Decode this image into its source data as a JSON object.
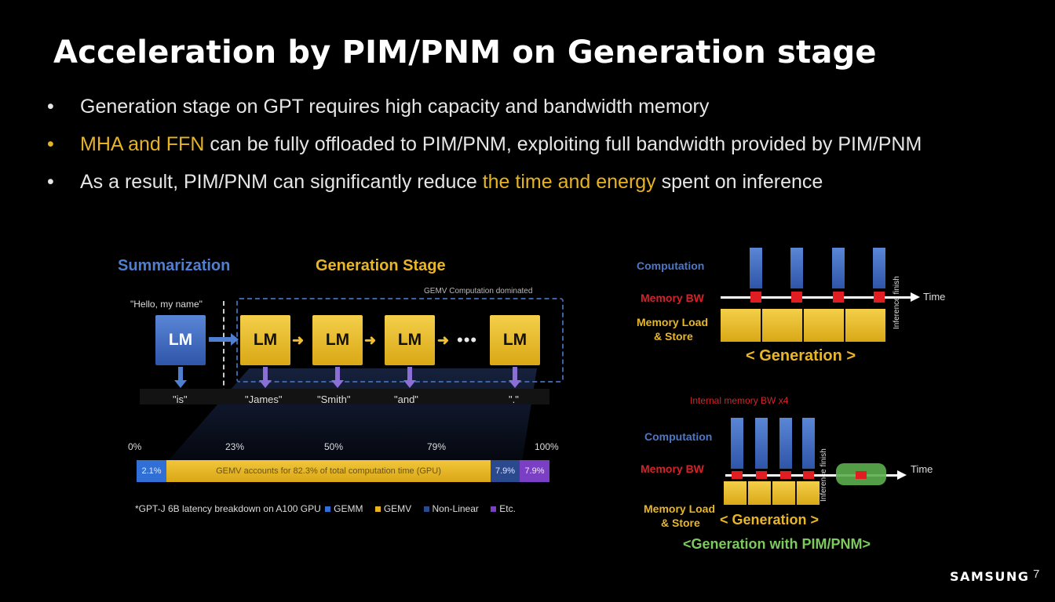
{
  "slide": {
    "title": "Acceleration by PIM/PNM on Generation stage",
    "bullets": [
      {
        "dot": "•",
        "text": "Generation stage on GPT requires high capacity and bandwidth memory"
      },
      {
        "dot": "•",
        "highlight": "MHA and FFN",
        "rest": " can be fully offloaded to PIM/PNM, exploiting full bandwidth provided by PIM/PNM"
      },
      {
        "dot": "•",
        "pre": "As a result, PIM/PNM can significantly reduce ",
        "highlight": "the time and energy",
        "post": " spent on inference"
      }
    ]
  },
  "left_diagram": {
    "summarization_label": "Summarization",
    "generation_label": "Generation Stage",
    "gemv_note": "GEMV Computation dominated",
    "input_text": "\"Hello, my name\"",
    "lm_label": "LM",
    "ellipsis": "•••",
    "tokens": [
      "\"is\"",
      "\"James\"",
      "\"Smith\"",
      "\"and\"",
      "\".\""
    ],
    "breakdown": {
      "ticks": [
        "0%",
        "23%",
        "50%",
        "79%",
        "100%"
      ],
      "segments": [
        {
          "label": "2.1%",
          "color": "#2f6fd6"
        },
        {
          "label": "GEMV accounts for 82.3% of total computation time (GPU)",
          "color": "#e8b320"
        },
        {
          "label": "7.9%",
          "color": "#2b4a8e"
        },
        {
          "label": "7.9%",
          "color": "#7a3fc4"
        }
      ],
      "legend_prefix": "*GPT-J 6B latency breakdown on A100 GPU",
      "legend": [
        {
          "label": "GEMM",
          "color": "#2f6fd6"
        },
        {
          "label": "GEMV",
          "color": "#e8b320"
        },
        {
          "label": "Non-Linear",
          "color": "#2b4a8e"
        },
        {
          "label": "Etc.",
          "color": "#7a3fc4"
        }
      ]
    }
  },
  "right_top": {
    "computation": "Computation",
    "memory_bw": "Memory BW",
    "memory_load_1": "Memory Load",
    "memory_load_2": "& Store",
    "time": "Time",
    "finish": "Inference finish",
    "caption": "< Generation >"
  },
  "right_bottom": {
    "internal_bw": "Internal memory BW x4",
    "computation": "Computation",
    "memory_bw": "Memory BW",
    "memory_load_1": "Memory Load",
    "memory_load_2": "& Store",
    "time": "Time",
    "finish": "Inference finish",
    "caption_inner": "< Generation >",
    "caption": "<Generation with PIM/PNM>"
  },
  "footer": {
    "brand": "SAMSUNG",
    "page": "7"
  }
}
